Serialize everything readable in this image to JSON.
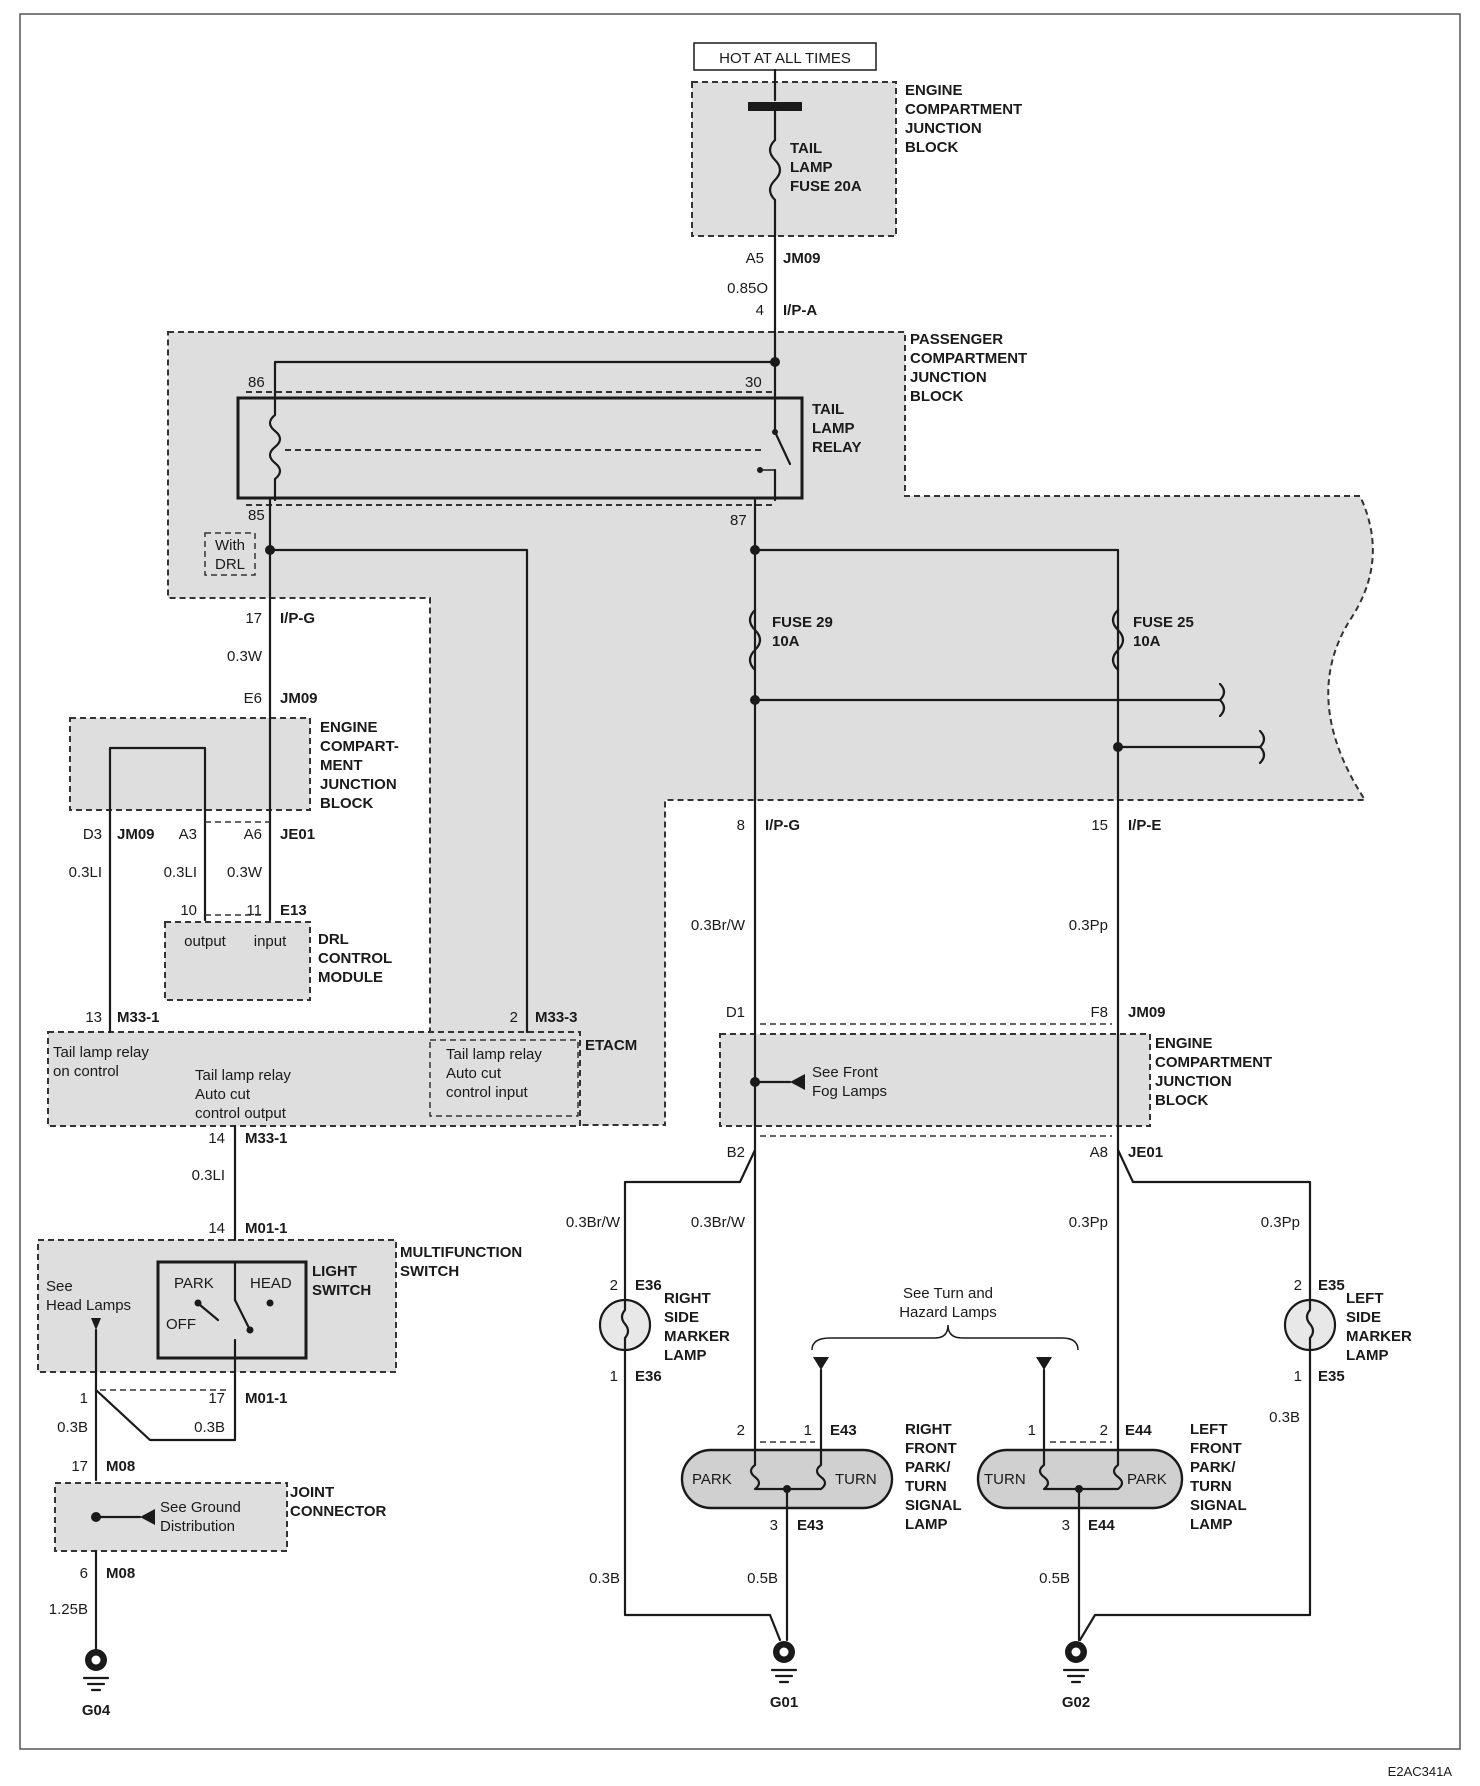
{
  "supply": {
    "hot_at_all_times": "HOT AT ALL TIMES"
  },
  "engine_jb_top": {
    "title": [
      "ENGINE",
      "COMPARTMENT",
      "JUNCTION",
      "BLOCK"
    ],
    "fuse": [
      "TAIL",
      "LAMP",
      "FUSE 20A"
    ],
    "pin": "A5",
    "conn": "JM09",
    "wire": "0.85O",
    "pin2": "4",
    "conn2": "I/P-A"
  },
  "passenger_jb": {
    "title": [
      "PASSENGER",
      "COMPARTMENT",
      "JUNCTION",
      "BLOCK"
    ],
    "relay": [
      "TAIL",
      "LAMP",
      "RELAY"
    ],
    "pin86": "86",
    "pin30": "30",
    "pin85": "85",
    "pin87": "87",
    "with_drl": [
      "With",
      "DRL"
    ],
    "fuse29": [
      "FUSE 29",
      "10A"
    ],
    "fuse25": [
      "FUSE 25",
      "10A"
    ]
  },
  "left_branch": {
    "pin17": "17",
    "conn_ipg": "I/P-G",
    "wire_03w": "0.3W",
    "pin_e6": "E6",
    "conn_jm09": "JM09",
    "engine_jb_title": [
      "ENGINE",
      "COMPART-",
      "MENT",
      "JUNCTION",
      "BLOCK"
    ],
    "pin_d3": "D3",
    "conn_d3": "JM09",
    "pin_a3": "A3",
    "pin_a6": "A6",
    "conn_je01": "JE01",
    "wire_d3": "0.3LI",
    "wire_a3": "0.3LI",
    "wire_a6": "0.3W",
    "pin10": "10",
    "pin11": "11",
    "conn_e13": "E13",
    "drl_output": "output",
    "drl_input": "input",
    "drl_title": [
      "DRL",
      "CONTROL",
      "MODULE"
    ]
  },
  "etacm": {
    "pin13": "13",
    "conn13": "M33-1",
    "pin2": "2",
    "conn2": "M33-3",
    "title": "ETACM",
    "on_control": [
      "Tail lamp relay",
      "on control"
    ],
    "auto_cut_output": [
      "Tail lamp relay",
      "Auto cut",
      "control output"
    ],
    "auto_cut_input": [
      "Tail lamp relay",
      "Auto cut",
      "control input"
    ],
    "pin14": "14",
    "conn14": "M33-1",
    "wire14": "0.3LI"
  },
  "multifunction": {
    "pin14": "14",
    "conn14": "M01-1",
    "title": [
      "MULTIFUNCTION",
      "SWITCH"
    ],
    "light_switch": [
      "LIGHT",
      "SWITCH"
    ],
    "park": "PARK",
    "head": "HEAD",
    "off": "OFF",
    "see_head": [
      "See",
      "Head Lamps"
    ],
    "pin1": "1",
    "pin17": "17",
    "conn17": "M01-1",
    "wire_a": "0.3B",
    "wire_b": "0.3B"
  },
  "joint": {
    "pin17": "17",
    "conn17": "M08",
    "see_ground": [
      "See Ground",
      "Distribution"
    ],
    "title": [
      "JOINT",
      "CONNECTOR"
    ],
    "pin6": "6",
    "conn6": "M08",
    "wire": "1.25B",
    "ground": "G04"
  },
  "right_branch": {
    "pin8": "8",
    "conn8": "I/P-G",
    "wire8": "0.3Br/W",
    "pin15": "15",
    "conn15": "I/P-E",
    "wire15": "0.3Pp",
    "pin_d1": "D1",
    "pin_f8": "F8",
    "conn_f8": "JM09",
    "engine_jb_title": [
      "ENGINE",
      "COMPARTMENT",
      "JUNCTION",
      "BLOCK"
    ],
    "see_fog": [
      "See Front",
      "Fog Lamps"
    ],
    "pin_b2": "B2",
    "pin_a8": "A8",
    "conn_a8": "JE01",
    "wire_b2a": "0.3Br/W",
    "wire_b2b": "0.3Br/W",
    "wire_a8a": "0.3Pp",
    "wire_a8b": "0.3Pp"
  },
  "lamps": {
    "rsm_pin2": "2",
    "rsm_conn2": "E36",
    "rsm_pin1": "1",
    "rsm_conn1": "E36",
    "rsm_title": [
      "RIGHT",
      "SIDE",
      "MARKER",
      "LAMP"
    ],
    "lsm_pin2": "2",
    "lsm_conn2": "E35",
    "lsm_pin1": "1",
    "lsm_conn1": "E35",
    "lsm_title": [
      "LEFT",
      "SIDE",
      "MARKER",
      "LAMP"
    ],
    "see_turn": [
      "See Turn and",
      "Hazard Lamps"
    ],
    "rf_pin2": "2",
    "rf_pin1": "1",
    "rf_conn": "E43",
    "rf_pin3": "3",
    "rf_conn3": "E43",
    "rf_park": "PARK",
    "rf_turn": "TURN",
    "rf_title": [
      "RIGHT",
      "FRONT",
      "PARK/",
      "TURN",
      "SIGNAL",
      "LAMP"
    ],
    "lf_pin1": "1",
    "lf_pin2": "2",
    "lf_conn": "E44",
    "lf_pin3": "3",
    "lf_conn3": "E44",
    "lf_turn": "TURN",
    "lf_park": "PARK",
    "lf_title": [
      "LEFT",
      "FRONT",
      "PARK/",
      "TURN",
      "SIGNAL",
      "LAMP"
    ],
    "wire_rsm": "0.3B",
    "wire_rf": "0.5B",
    "wire_lf": "0.5B",
    "wire_lsm": "0.3B",
    "ground1": "G01",
    "ground2": "G02"
  },
  "footer": {
    "code": "E2AC341A"
  }
}
